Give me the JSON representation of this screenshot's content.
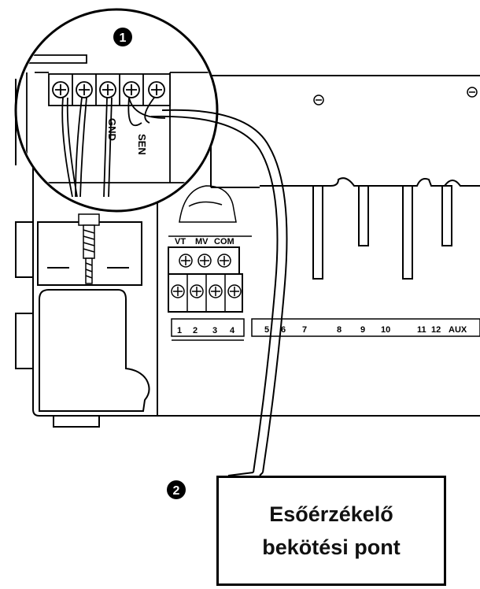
{
  "markers": {
    "one": "1",
    "two": "2"
  },
  "inset": {
    "terminal_gnd": "GND",
    "terminal_sen": "SEN"
  },
  "terminals_top": [
    "VT",
    "MV",
    "COM"
  ],
  "station_numbers_left": [
    "1",
    "2",
    "3",
    "4"
  ],
  "station_numbers_right": [
    "5",
    "6",
    "7",
    "8",
    "9",
    "10",
    "11",
    "12",
    "AUX"
  ],
  "callout": {
    "line1": "Esőérzékelő",
    "line2": "bekötési pont"
  }
}
